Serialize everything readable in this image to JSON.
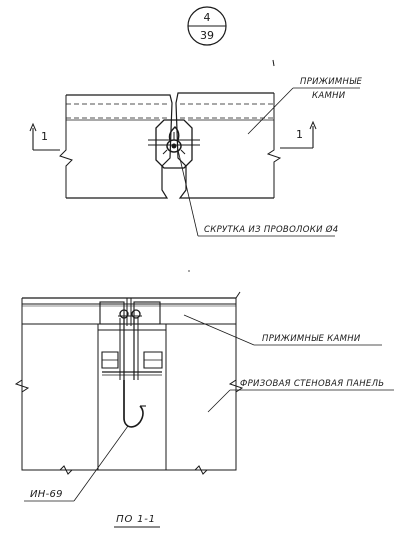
{
  "sheet_ref": {
    "number": "4",
    "sheet": "39"
  },
  "plan_view": {
    "clamp_stones_label_line1": "ПРИЖИМНЫЕ",
    "clamp_stones_label_line2": "КАМНИ",
    "wire_twist_label": "СКРУТКА ИЗ ПРОВОЛОКИ Ø4",
    "section_mark_left": "1",
    "section_mark_right": "1"
  },
  "section_view": {
    "clamp_stones_label": "ПРИЖИМНЫЕ КАМНИ",
    "wall_panel_label": "ФРИЗОВАЯ СТЕНОВАЯ ПАНЕЛЬ",
    "embedded_part_label": "ИН-69",
    "title": "ПО 1-1"
  }
}
